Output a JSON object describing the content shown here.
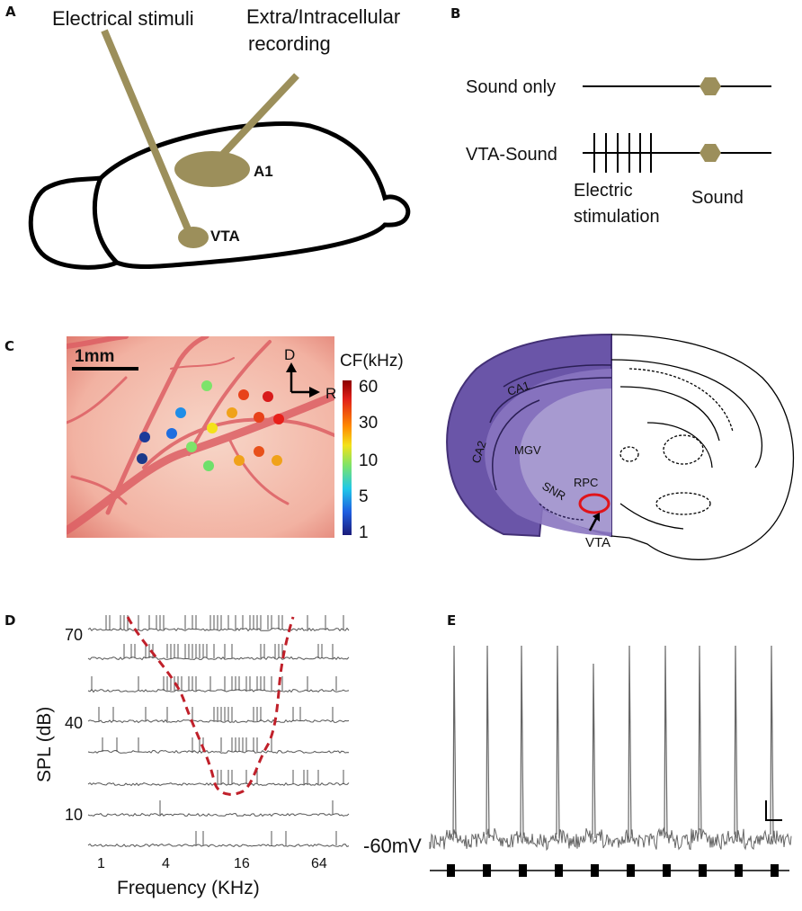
{
  "panels": {
    "A": {
      "letter": "A",
      "stim_label": "Electrical stimuli",
      "rec_label_1": "Extra/Intracellular",
      "rec_label_2": "recording",
      "a1_label": "A1",
      "vta_label": "VTA"
    },
    "B": {
      "letter": "B",
      "row1_label": "Sound only",
      "row2_label": "VTA-Sound",
      "elec_label_1": "Electric",
      "elec_label_2": "stimulation",
      "sound_label": "Sound"
    },
    "C": {
      "letter": "C",
      "scale_label": "1mm",
      "dorsal": "D",
      "rostral": "R",
      "colorbar_title": "CF(kHz)",
      "colorbar_ticks": [
        "60",
        "30",
        "10",
        "5",
        "1"
      ],
      "atlas_labels": [
        "CA1",
        "CA2",
        "MGV",
        "SNR",
        "RPC"
      ],
      "vta_label": "VTA"
    },
    "D": {
      "letter": "D",
      "ylabel": "SPL (dB)",
      "xlabel": "Frequency (KHz)",
      "y_ticks": [
        "70",
        "40",
        "10"
      ],
      "x_ticks": [
        "1",
        "4",
        "16",
        "64"
      ]
    },
    "E": {
      "letter": "E",
      "vm_label": "-60mV"
    }
  },
  "colors": {
    "electrode": "#9c8f5b",
    "tuning_curve": "#c0202a",
    "brain_outline": "#000000",
    "trace": "#555555",
    "atlas_stain": "#6a55a8",
    "cortex_bg": "#f2b6a8"
  }
}
